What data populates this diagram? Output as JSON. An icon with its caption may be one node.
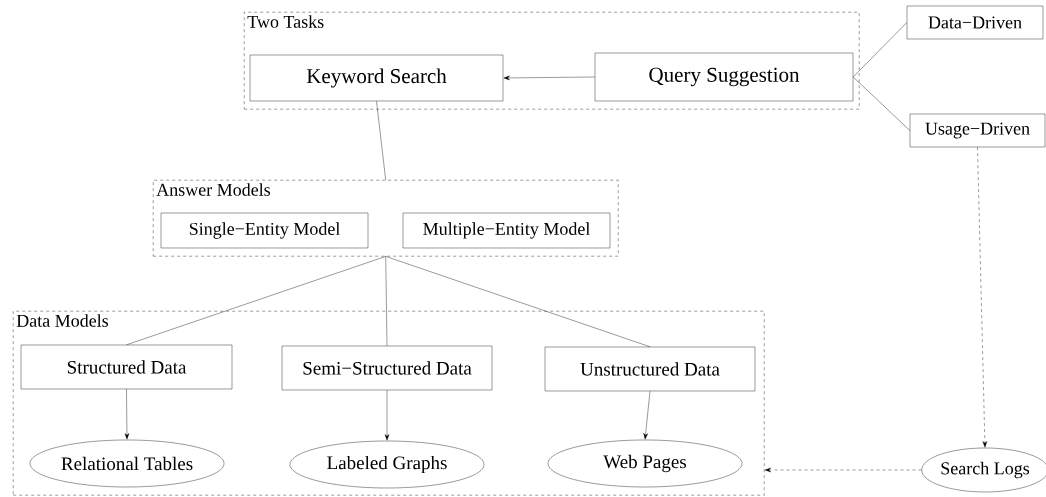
{
  "diagram": {
    "nodes": [
      {
        "text": [
          "Two Tasks"
        ]
      },
      {
        "text": [
          "Keyword Search"
        ],
        "in": 0
      },
      {
        "text": [
          "Query Suggestion"
        ],
        "in": 0
      },
      {
        "text": [
          "Data−Driven"
        ]
      },
      {
        "text": [
          "Usage−Driven"
        ]
      },
      {
        "text": [
          "Answer Models"
        ]
      },
      {
        "text": [
          "Single−Entity Model"
        ],
        "in": 5
      },
      {
        "text": [
          "Multiple−Entity Model"
        ],
        "in": 5
      },
      {
        "text": [
          "Data Models"
        ]
      },
      {
        "text": [
          "Structured Data"
        ],
        "in": 8
      },
      {
        "text": [
          "Semi−Structured Data"
        ],
        "in": 8
      },
      {
        "text": [
          "Unstructured Data"
        ],
        "in": 8
      },
      {
        "text": [
          "Relational Tables"
        ],
        "in": 8
      },
      {
        "text": [
          "Labeled Graphs"
        ],
        "in": 8
      },
      {
        "text": [
          "Web Pages"
        ],
        "in": 8
      },
      {
        "text": [
          "Search Logs"
        ]
      }
    ],
    "edges": [
      {
        "from": 2,
        "to": 1,
        "arrow": "to"
      },
      {
        "from": 2,
        "to": 3,
        "arrow": "none"
      },
      {
        "from": 2,
        "to": 4,
        "arrow": "none"
      },
      {
        "from": 1,
        "to": 5,
        "arrow": "none"
      },
      {
        "from": 5,
        "to": 9,
        "arrow": "none"
      },
      {
        "from": 5,
        "to": 10,
        "arrow": "none"
      },
      {
        "from": 5,
        "to": 11,
        "arrow": "none"
      },
      {
        "from": 9,
        "to": 12,
        "arrow": "to"
      },
      {
        "from": 10,
        "to": 13,
        "arrow": "to"
      },
      {
        "from": 11,
        "to": 14,
        "arrow": "to"
      },
      {
        "from": 4,
        "to": 15,
        "arrow": "to",
        "style": "dashed"
      },
      {
        "from": 15,
        "to": 8,
        "arrow": "to",
        "style": "dashed"
      }
    ]
  }
}
